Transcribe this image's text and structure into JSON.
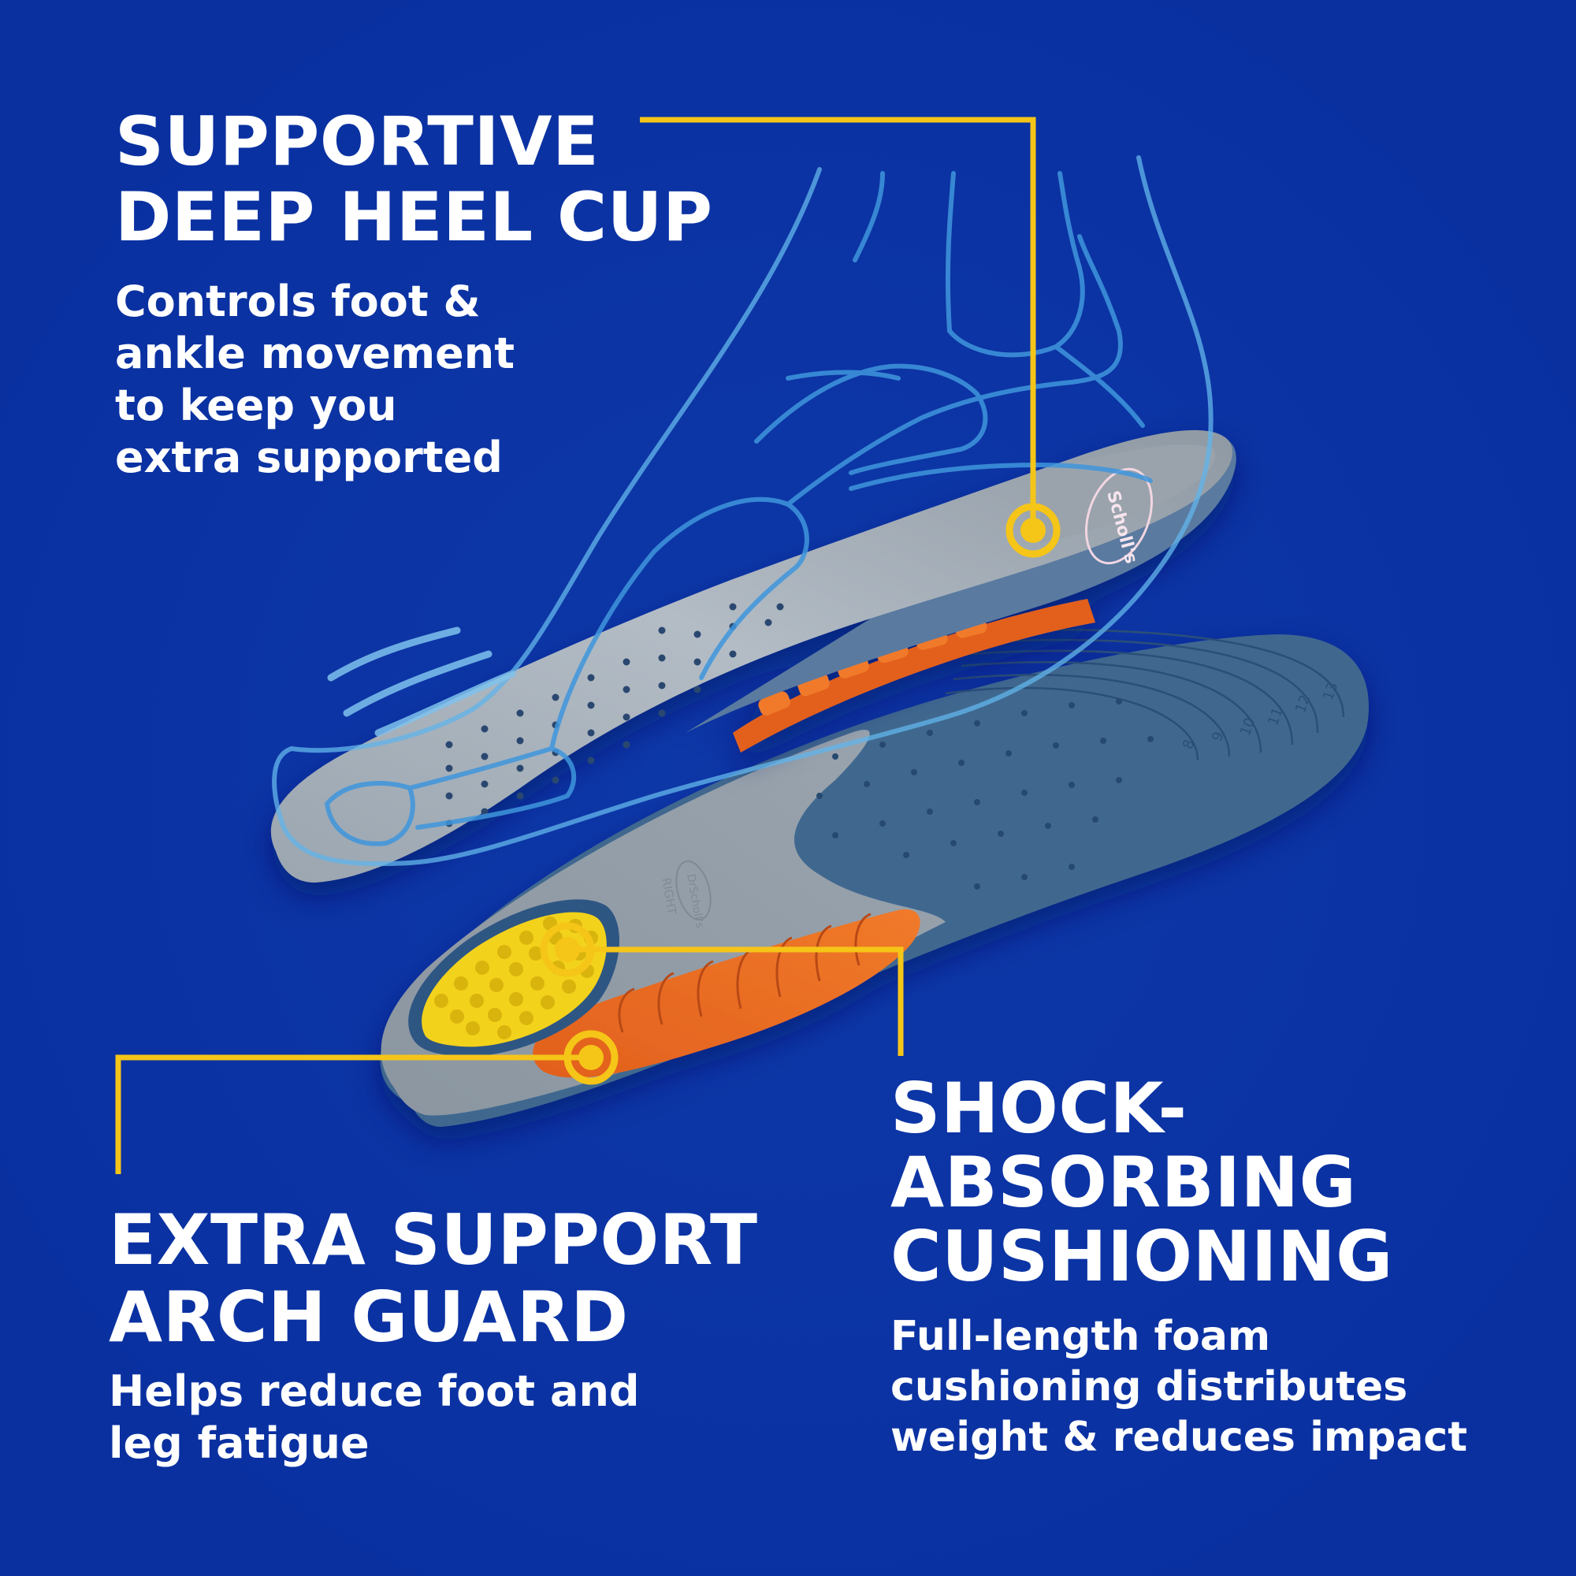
{
  "colors": {
    "background": "#0a33a0",
    "callout_yellow": "#f5c518",
    "text": "#ffffff",
    "insole_gray": "#a9b3bd",
    "insole_blue": "#3f6a98",
    "gel_orange": "#e86a24",
    "gel_yellow": "#f3d21a",
    "foot_outline": "#62b4ea"
  },
  "features": {
    "heel_cup": {
      "heading_lines": [
        "SUPPORTIVE",
        "DEEP HEEL CUP"
      ],
      "body_lines": [
        "Controls foot &",
        "ankle movement",
        "to keep you",
        "extra supported"
      ]
    },
    "arch_guard": {
      "heading_lines": [
        "EXTRA SUPPORT",
        "ARCH GUARD"
      ],
      "body_lines": [
        "Helps reduce foot and",
        "leg fatigue"
      ]
    },
    "cushioning": {
      "heading_lines": [
        "SHOCK-",
        "ABSORBING",
        "CUSHIONING"
      ],
      "body_lines": [
        "Full-length foam",
        "cushioning distributes",
        "weight & reduces impact"
      ]
    }
  },
  "product": {
    "top_insole_logo": "Scholl's",
    "bottom_insole_logo": "DrScholl's",
    "bottom_insole_side": "RIGHT",
    "size_marks": [
      "8",
      "9",
      "10",
      "11",
      "12",
      "13"
    ]
  }
}
